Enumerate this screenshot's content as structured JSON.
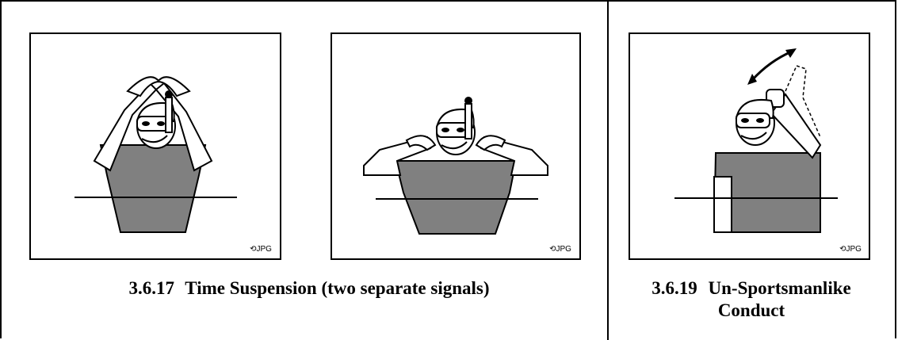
{
  "captions": {
    "left": {
      "number": "3.6.17",
      "title": "Time Suspension (two separate signals)"
    },
    "right": {
      "number": "3.6.19",
      "title_line1": "Un-Sportsmanlike",
      "title_line2": "Conduct"
    }
  },
  "watermark": "JPG",
  "colors": {
    "shirt": "#808080",
    "ink": "#000000",
    "paper": "#ffffff"
  }
}
